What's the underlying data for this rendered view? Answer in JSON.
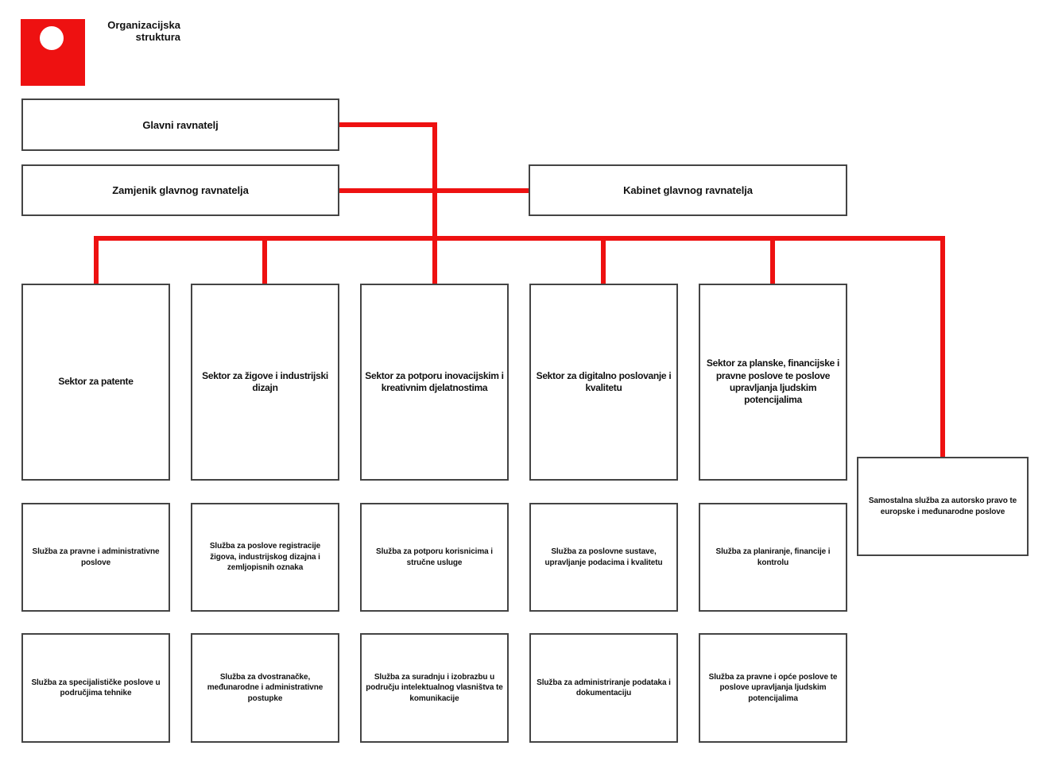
{
  "header": {
    "title": "Organizacijska\nstruktura"
  },
  "org": {
    "root": "Glavni ravnatelj",
    "deputy": "Zamjenik glavnog ravnatelja",
    "cabinet": "Kabinet glavnog ravnatelja",
    "sectors": [
      "Sektor za patente",
      "Sektor za žigove i industrijski dizajn",
      "Sektor za potporu inovacijskim i kreativnim djelatnostima",
      "Sektor za digitalno poslovanje i kvalitetu",
      "Sektor za planske, financijske i pravne poslove te poslove upravljanja ljudskim potencijalima"
    ],
    "standalone_service": "Samostalna služba za autorsko pravo te europske i međunarodne poslove",
    "services_row1": [
      "Služba za pravne i administrativne poslove",
      "Služba za poslove registracije žigova, industrijskog dizajna i zemljopisnih oznaka",
      "Služba za potporu korisnicima i stručne usluge",
      "Služba za poslovne sustave, upravljanje podacima i kvalitetu",
      "Služba za planiranje, financije i kontrolu"
    ],
    "services_row2": [
      "Služba za specijalističke poslove u područjima tehnike",
      "Služba za dvostranačke, međunarodne i administrativne postupke",
      "Služba za suradnju i izobrazbu u području intelektualnog vlasništva te komunikacije",
      "Služba za administriranje podataka i dokumentaciju",
      "Služba za pravne i opće poslove te poslove upravljanja ljudskim potencijalima"
    ]
  },
  "colors": {
    "connector_red": "#ee1111",
    "logo_red": "#ee1111",
    "box_border": "#444444"
  }
}
